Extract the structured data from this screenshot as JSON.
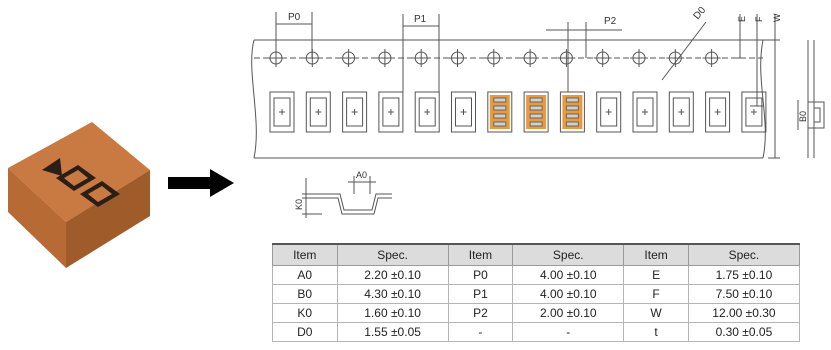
{
  "tape_labels": {
    "p0": "P0",
    "p1": "P1",
    "p2": "P2",
    "d0": "D0",
    "e": "E",
    "f": "F",
    "w": "W",
    "b0": "B0",
    "a0": "A0",
    "k0": "K0"
  },
  "table": {
    "headers": [
      "Item",
      "Spec.",
      "Item",
      "Spec.",
      "Item",
      "Spec."
    ],
    "rows": [
      [
        "A0",
        "2.20 ±0.10",
        "P0",
        "4.00 ±0.10",
        "E",
        "1.75 ±0.10"
      ],
      [
        "B0",
        "4.30 ±0.10",
        "P1",
        "4.00 ±0.10",
        "F",
        "7.50 ±0.10"
      ],
      [
        "K0",
        "1.60 ±0.10",
        "P2",
        "2.00 ±0.10",
        "W",
        "12.00 ±0.30"
      ],
      [
        "D0",
        "1.55 ±0.05",
        "-",
        "-",
        "t",
        "0.30 ±0.05"
      ]
    ]
  },
  "colors": {
    "component_top": "#c97a42",
    "component_front": "#b86a34",
    "component_side": "#9e5a2a",
    "marking": "#2a1e16",
    "tape_line": "#555555",
    "loaded_pocket": "#e89a3c"
  }
}
